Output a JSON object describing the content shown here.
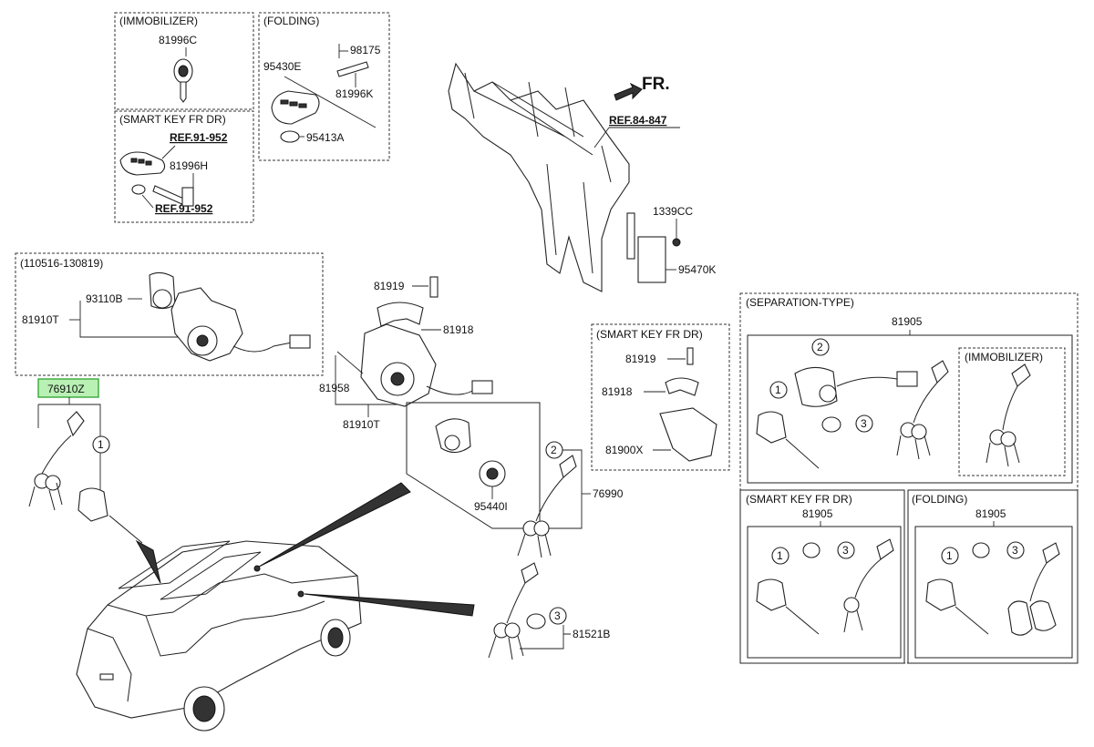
{
  "sections": {
    "immobilizer": "(IMMOBILIZER)",
    "folding_top": "(FOLDING)",
    "smart_key_top": "(SMART KEY FR DR)",
    "date_range": "(110516-130819)",
    "smart_key_mid": "(SMART KEY FR DR)",
    "separation": "(SEPARATION-TYPE)",
    "immobilizer_sep": "(IMMOBILIZER)",
    "smart_key_bottom": "(SMART KEY FR DR)",
    "folding_bottom": "(FOLDING)"
  },
  "parts": {
    "p81996C": "81996C",
    "p98175": "98175",
    "p95430E": "95430E",
    "p81996K": "81996K",
    "p95413A": "95413A",
    "ref91952a": "REF.91-952",
    "p81996H": "81996H",
    "ref91952b": "REF.91-952",
    "fr": "FR.",
    "ref84847": "REF.84-847",
    "p1339CC": "1339CC",
    "p95470K": "95470K",
    "p93110B": "93110B",
    "p81910T_a": "81910T",
    "p81919_a": "81919",
    "p81918_a": "81918",
    "p81958": "81958",
    "p81910T_b": "81910T",
    "p76910Z": "76910Z",
    "p81919_b": "81919",
    "p81918_b": "81918",
    "p81900X": "81900X",
    "p81905_a": "81905",
    "p81905_b": "81905",
    "p81905_c": "81905",
    "p76990": "76990",
    "p95440I": "95440I",
    "p81521B": "81521B"
  },
  "callouts": {
    "c1": "1",
    "c2": "2",
    "c3": "3"
  }
}
